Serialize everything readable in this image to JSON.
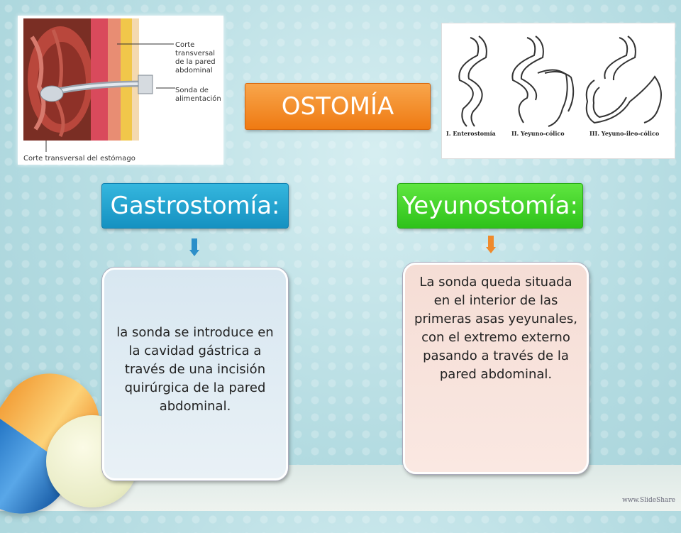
{
  "title": "OSTOMÍA",
  "left_figure": {
    "labels": [
      "Corte transversal de la pared abdominal",
      "Sonda de alimentación",
      "Corte transversal del estómago"
    ]
  },
  "right_figure": {
    "captions": [
      "I. Enterostomía",
      "II. Yeyuno-cólico",
      "III. Yeyuno-ileo-cólico"
    ]
  },
  "gastrostomia": {
    "heading": "Gastrostomía:",
    "text": "la sonda se introduce en la cavidad gástrica a través de una incisión quirúrgica de la pared abdominal."
  },
  "yeyunostomia": {
    "heading": "Yeyunostomía:",
    "text": "La sonda queda situada en el interior de las primeras asas yeyunales, con el extremo externo pasando a través de la pared abdominal."
  },
  "footer": "www.SlideShare"
}
